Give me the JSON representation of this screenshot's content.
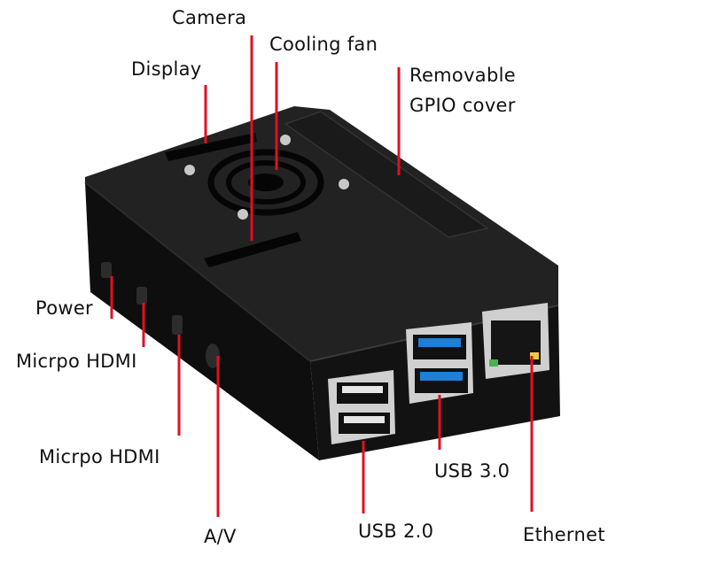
{
  "labels": {
    "camera": "Camera",
    "cooling_fan": "Cooling fan",
    "display": "Display",
    "removable_gpio_cover": "Removable\nGPIO cover",
    "power": "Power",
    "micro_hdmi_1": "Micrpo HDMI",
    "micro_hdmi_2": "Micrpo HDMI",
    "av": "A/V",
    "usb_20": "USB 2.0",
    "usb_30": "USB 3.0",
    "ethernet": "Ethernet"
  },
  "colors": {
    "leader_line": "#e01020",
    "case_body": "#161616",
    "case_top": "#222222",
    "usb3_blue": "#1e7fd8",
    "metal": "#c8c8c8"
  }
}
